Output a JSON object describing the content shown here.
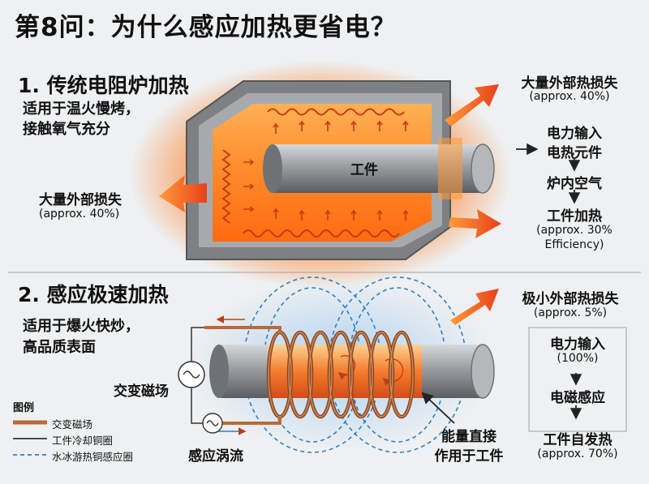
{
  "title": "第8问：为什么感应加热更省电？",
  "section1": {
    "heading": "1. 传统电阻炉加热",
    "subtitle_line1": "适用于温火慢烤，",
    "subtitle_line2": "接触氧气充分",
    "workpiece_label": "工件",
    "loss_top": {
      "label": "大量外部热损失",
      "value": "(approx. 40%)"
    },
    "loss_left": {
      "label": "大量外部损失",
      "value": "(approx. 40%)"
    },
    "flow": [
      "电力输入",
      "电热元件",
      "炉内空气",
      "工件加热"
    ],
    "efficiency_line1": "(approx. 30%",
    "efficiency_line2": "Efficiency)"
  },
  "section2": {
    "heading": "2. 感应极速加热",
    "subtitle_line1": "适用于爆火快炒，",
    "subtitle_line2": "高品质表面",
    "loss": {
      "label": "极小外部热损失",
      "value": "(approx. 5%)"
    },
    "flow": [
      {
        "label": "电力输入",
        "value": "(100%)"
      },
      {
        "label": "电磁感应",
        "value": ""
      },
      {
        "label": "工件自发热",
        "value": "(approx. 70%)"
      }
    ],
    "field_label": "交变磁场",
    "eddy_label": "感应涡流",
    "energy_line1": "能量直接",
    "energy_line2": "作用于工件"
  },
  "legend": {
    "title": "图例",
    "items": [
      "交变磁场",
      "工件冷却铜圈",
      "水冰游热铜感应圈"
    ]
  },
  "colors": {
    "arrow": "#e8501e",
    "heat": "#ff8a2a",
    "copper": "#b86a3a",
    "furnace": "#8c9093",
    "field": "#2f7fc4"
  }
}
